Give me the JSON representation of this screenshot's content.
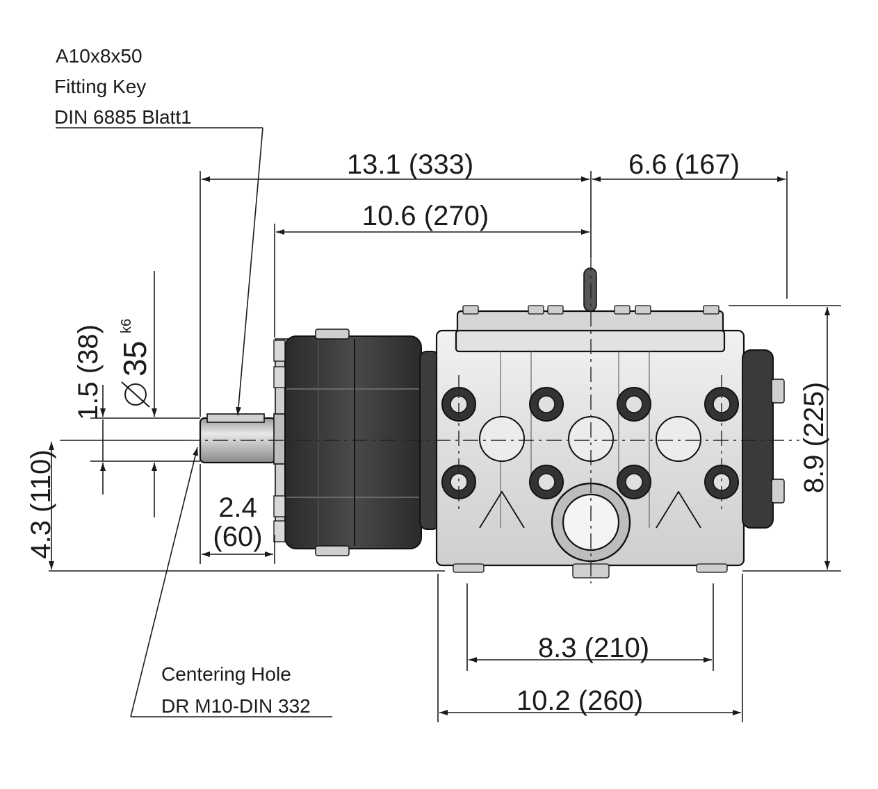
{
  "notes": {
    "fitting_key": [
      "A10x8x50",
      "Fitting Key",
      "DIN 6885 Blatt1"
    ],
    "centering_hole": [
      "Centering Hole",
      "DR M10-DIN 332"
    ]
  },
  "dimensions": {
    "overall_length": "13.1 (333)",
    "shaft_to_center": "10.6 (270)",
    "center_to_end": "6.6 (167)",
    "height": "8.9 (225)",
    "shaft_height": "4.3 (110)",
    "key_height": "1.5 (38)",
    "shaft_diameter": "35",
    "shaft_tolerance": "k6",
    "shaft_length_in": "2.4",
    "shaft_length_mm": "(60)",
    "foot_spacing": "8.3 (210)",
    "base_length": "10.2 (260)"
  },
  "colors": {
    "line": "#1a1a1a",
    "crankcase": "#e6e6e6",
    "rubber": "#3a3a3a",
    "shaft": "#c8c8c8"
  }
}
